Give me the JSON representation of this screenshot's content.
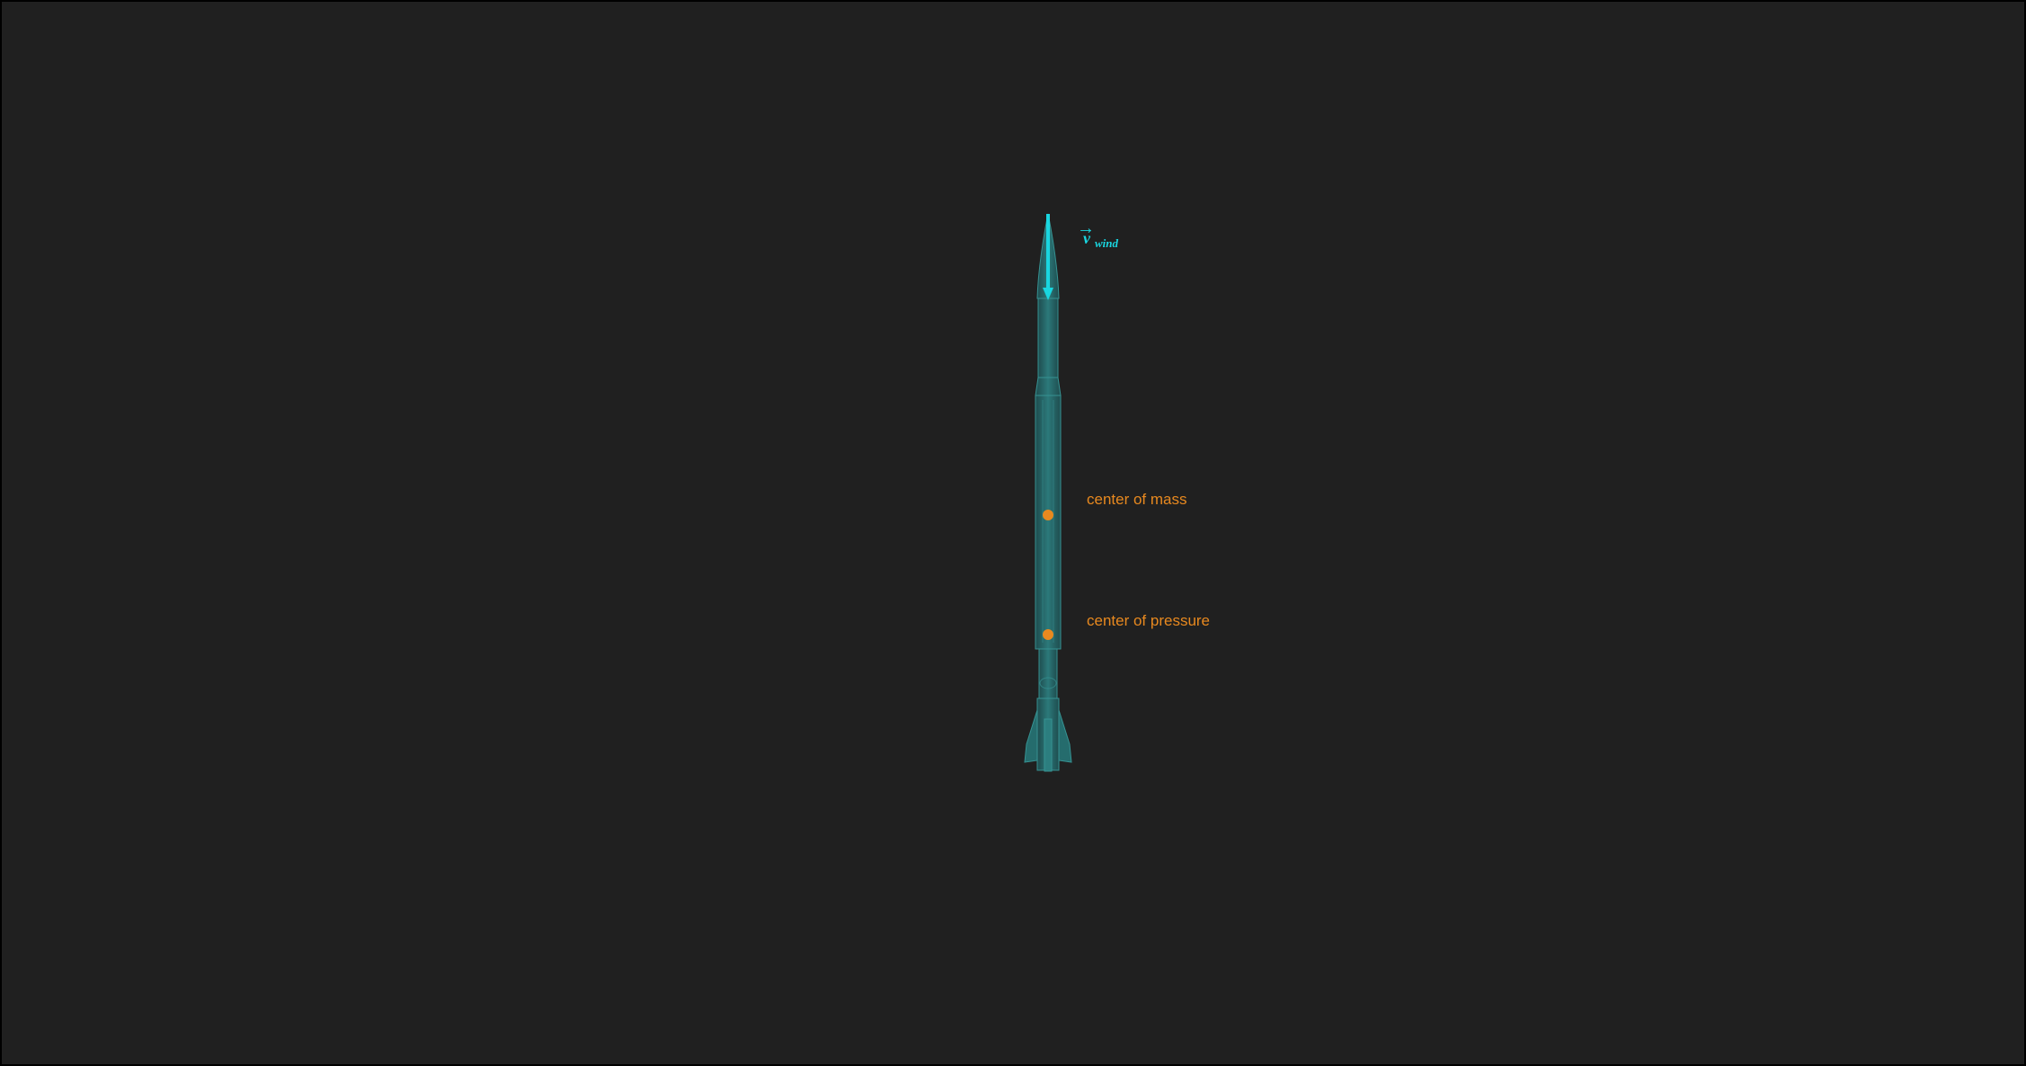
{
  "labels": {
    "center_of_mass": "center of mass",
    "center_of_pressure": "center of pressure",
    "wind_symbol": "v",
    "wind_subscript": "wind",
    "wind_arrow_glyph": "→"
  },
  "colors": {
    "background": "#202020",
    "rocket_body": "#2a8a8a",
    "wind_vector": "#19d6e0",
    "markers": "#e8891f"
  }
}
